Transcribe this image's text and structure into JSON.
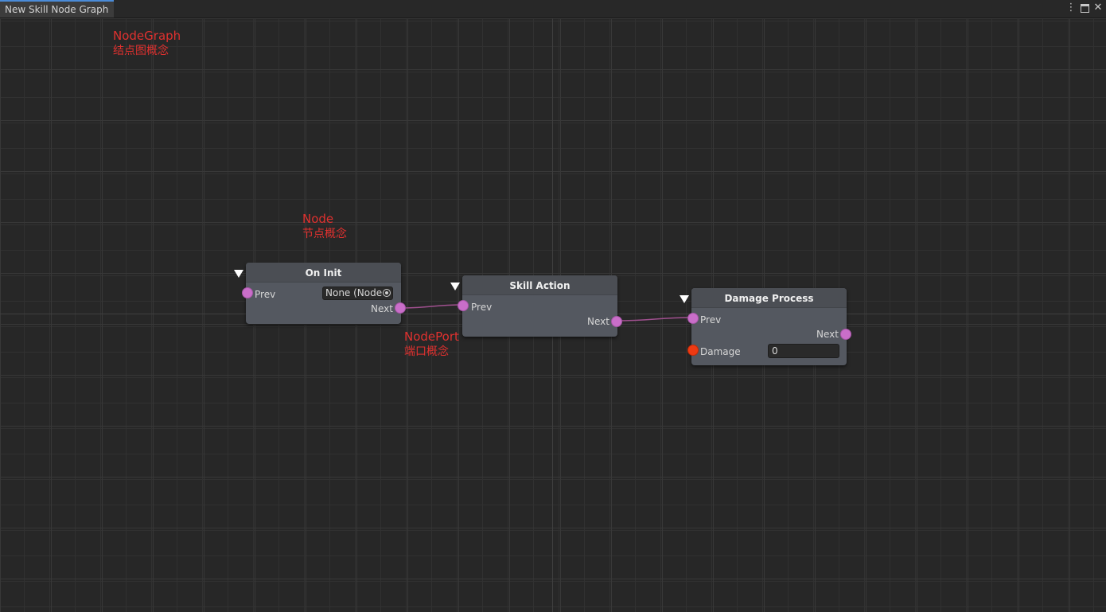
{
  "window": {
    "tab_title": "New Skill Node Graph",
    "menu_icon": "kebab-menu-icon",
    "maximize_icon": "maximize-icon",
    "close_icon": "close-icon"
  },
  "annotations": {
    "graph": {
      "title": "NodeGraph",
      "subtitle": "结点图概念"
    },
    "node": {
      "title": "Node",
      "subtitle": "节点概念"
    },
    "port": {
      "title": "NodePort",
      "subtitle": "端口概念"
    },
    "color": "#e0312f"
  },
  "nodes": {
    "on_init": {
      "title": "On Init",
      "prev_label": "Prev",
      "next_label": "Next",
      "field_value": "None (Node"
    },
    "skill_action": {
      "title": "Skill Action",
      "prev_label": "Prev",
      "next_label": "Next"
    },
    "damage_process": {
      "title": "Damage Process",
      "prev_label": "Prev",
      "next_label": "Next",
      "damage_label": "Damage",
      "damage_value": "0"
    }
  },
  "colors": {
    "port_flow": "#c96ec9",
    "port_damage": "#ee3a12",
    "wire": "#a0508f",
    "node_body": "#545860",
    "node_header": "#4b4e54"
  }
}
